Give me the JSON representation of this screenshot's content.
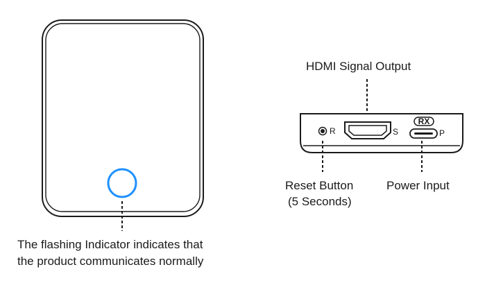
{
  "colors": {
    "outline": "#1a1a1a",
    "indicator": "#1e90ff",
    "background": "#ffffff"
  },
  "device_front": {
    "indicator_caption_line1": "The flashing Indicator indicates that",
    "indicator_caption_line2": "the product communicates normally"
  },
  "device_side": {
    "hdmi_label": "HDMI Signal Output",
    "hdmi_port_letter": "S",
    "reset_port_letter": "R",
    "power_port_letter": "P",
    "rx_label": "RX",
    "reset_label_line1": "Reset Button",
    "reset_label_line2": "(5 Seconds)",
    "power_label": "Power Input"
  }
}
